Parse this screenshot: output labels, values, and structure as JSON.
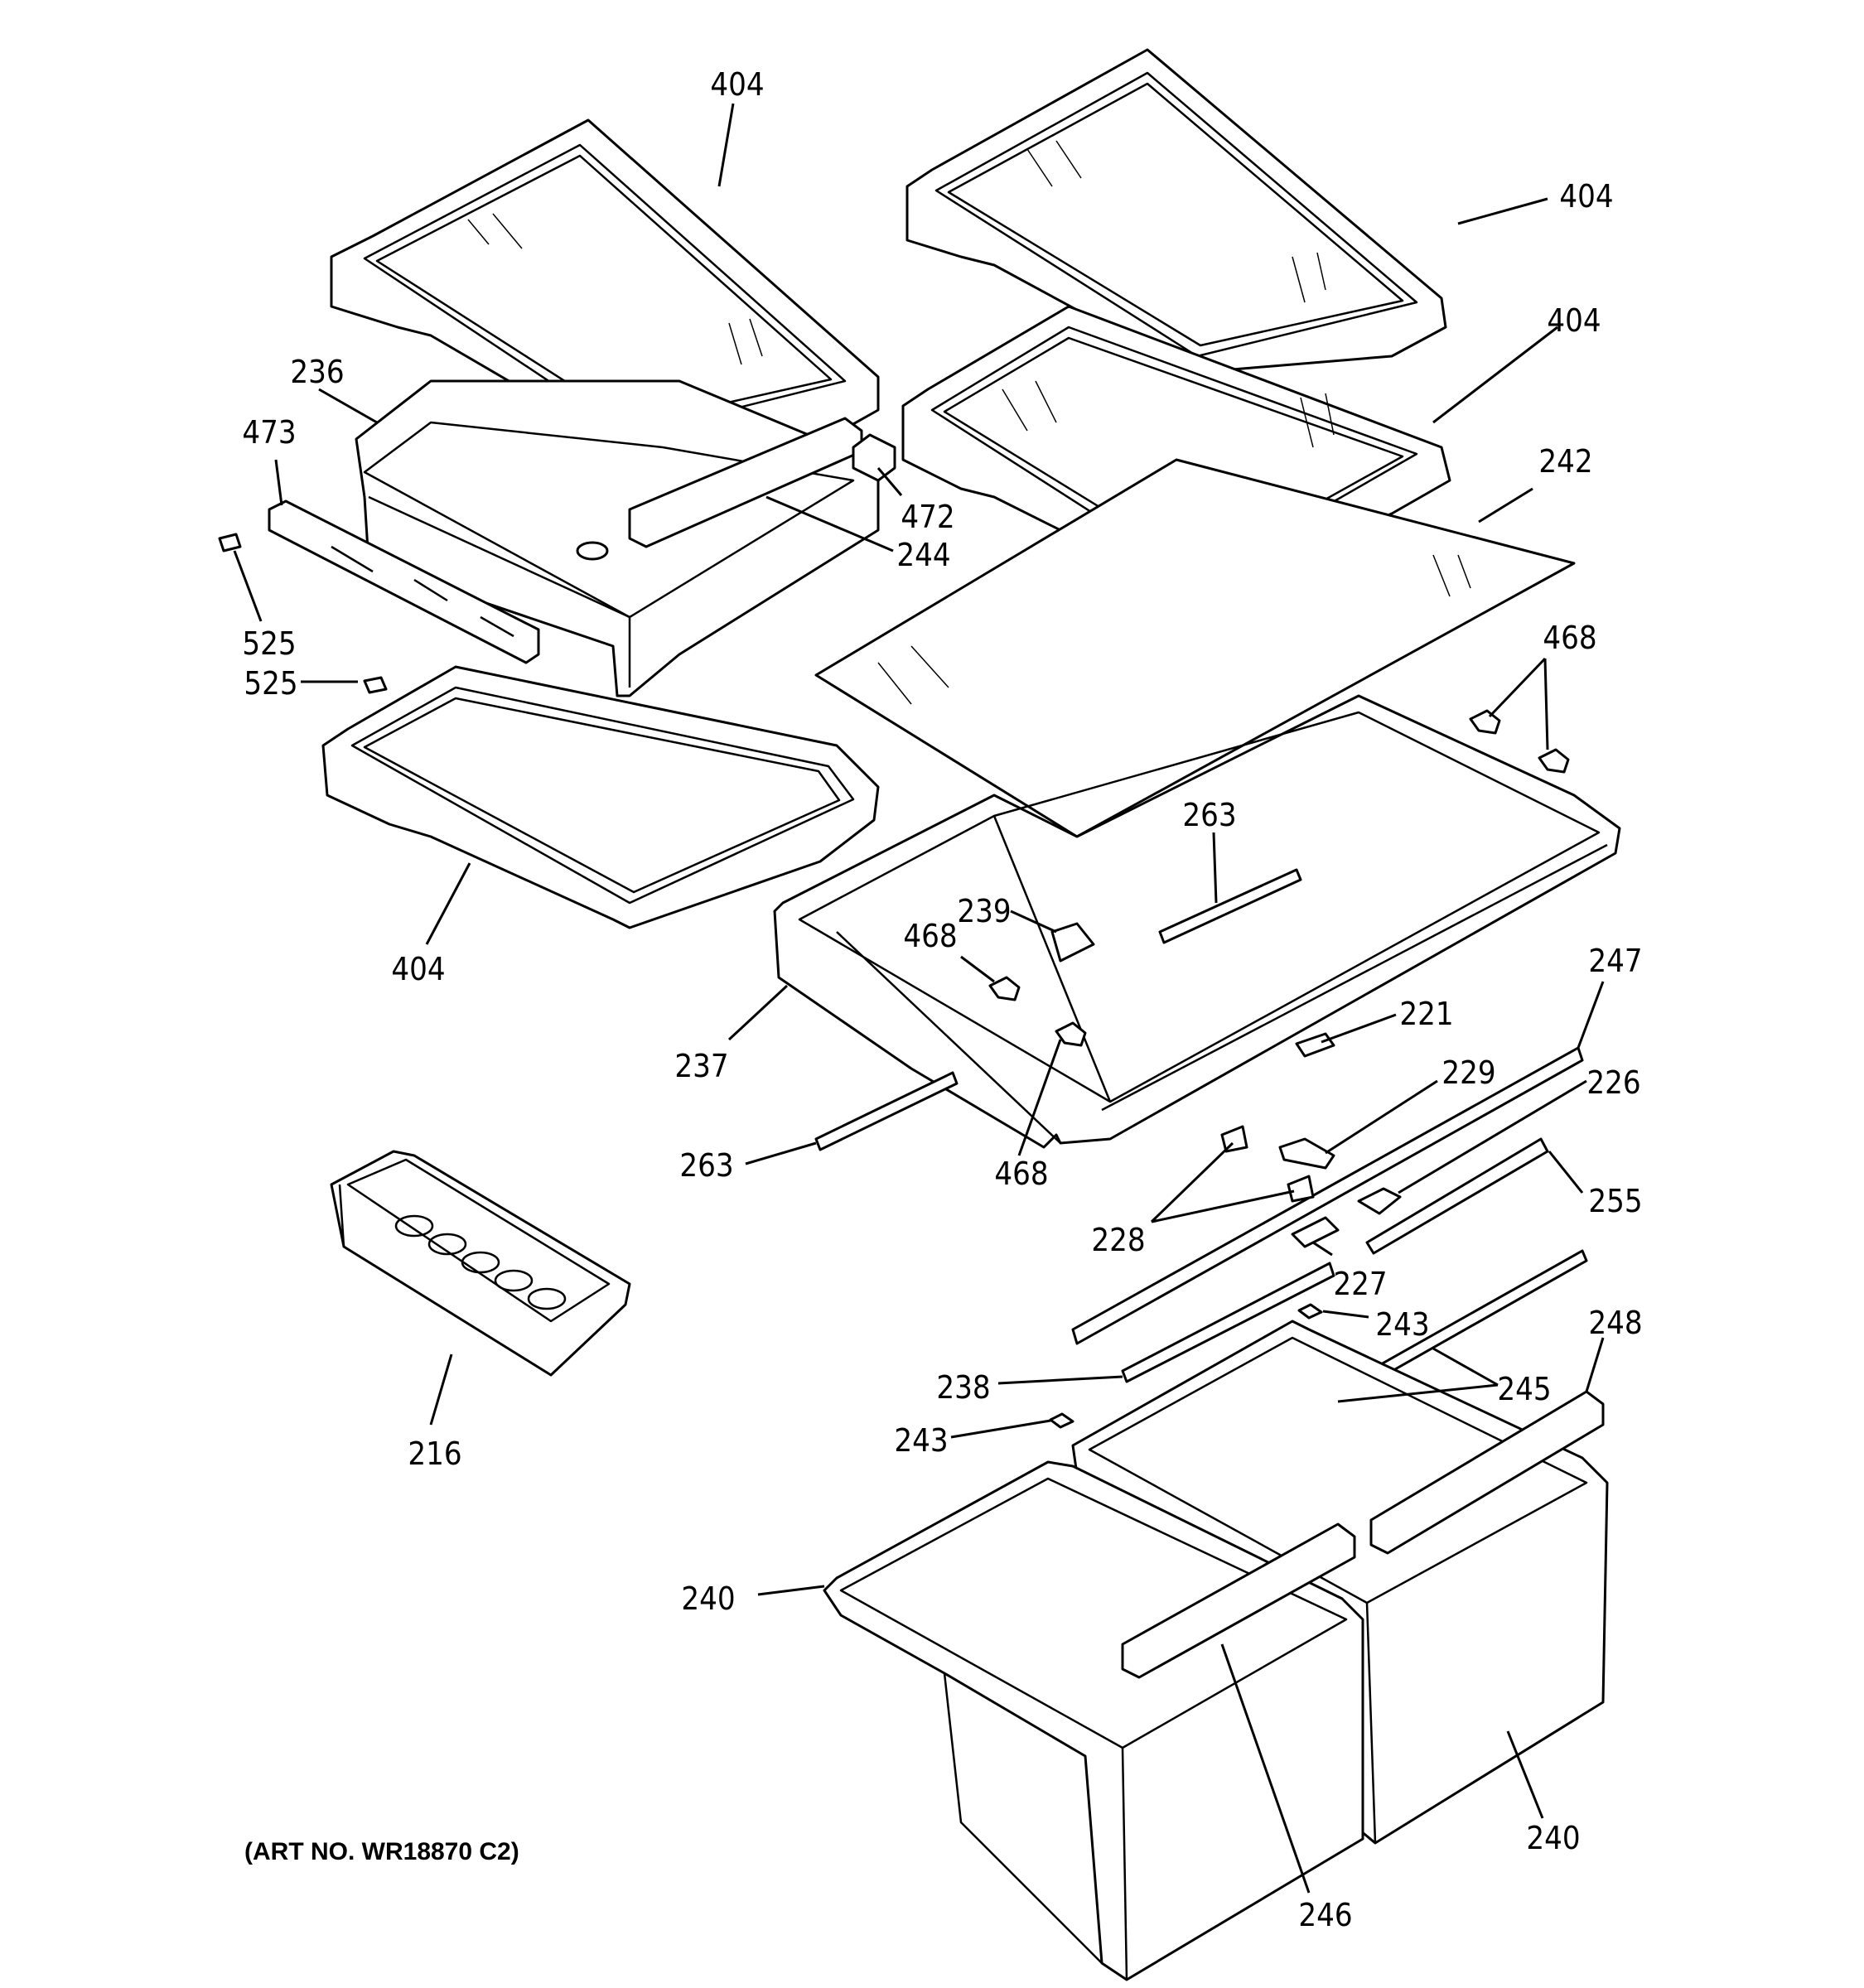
{
  "diagram": {
    "art_number": "(ART NO. WR18870 C2)",
    "labels": {
      "p404_top_left": "404",
      "p404_top_right": "404",
      "p404_mid_right": "404",
      "p404_bottom_left": "404",
      "p236": "236",
      "p473": "473",
      "p472": "472",
      "p244": "244",
      "p525_a": "525",
      "p525_b": "525",
      "p242": "242",
      "p468_right": "468",
      "p263_upper": "263",
      "p239": "239",
      "p468_left": "468",
      "p468_lower": "468",
      "p237": "237",
      "p221": "221",
      "p247": "247",
      "p229": "229",
      "p226": "226",
      "p263_lower": "263",
      "p255": "255",
      "p228": "228",
      "p227": "227",
      "p243_upper": "243",
      "p216": "216",
      "p248": "248",
      "p238": "238",
      "p245": "245",
      "p243_lower": "243",
      "p240_left": "240",
      "p240_right": "240",
      "p246": "246"
    }
  }
}
